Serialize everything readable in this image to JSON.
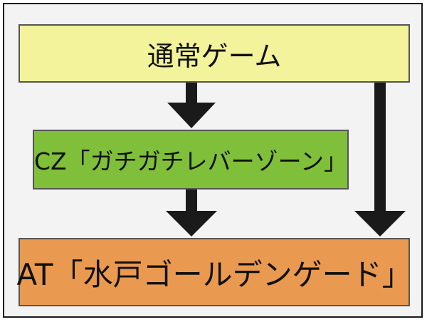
{
  "diagram": {
    "nodes": {
      "normal": {
        "label": "通常ゲーム",
        "color": "#f2f39a"
      },
      "cz": {
        "label": "CZ「ガチガチレバーゾーン」",
        "color": "#7fbf3a"
      },
      "at": {
        "label": "AT「水戸ゴールデンゲード」",
        "color": "#ea9a50"
      }
    },
    "edges": [
      {
        "from": "normal",
        "to": "cz"
      },
      {
        "from": "cz",
        "to": "at"
      },
      {
        "from": "normal",
        "to": "at"
      }
    ],
    "arrow_color": "#1a1a1a"
  }
}
